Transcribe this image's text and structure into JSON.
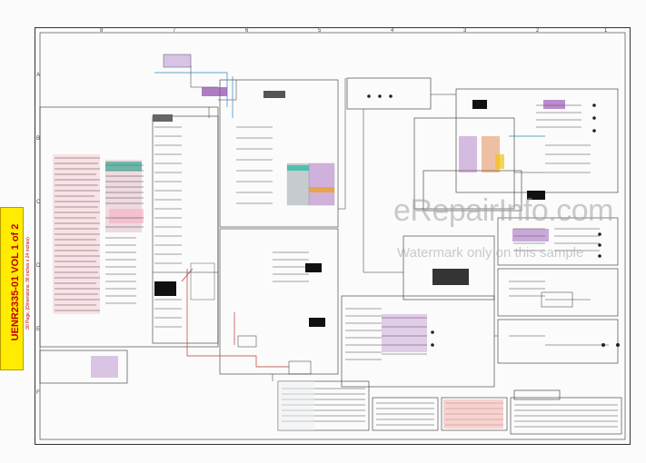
{
  "document": {
    "spine_title": "UENR2335-01 VOL 1 of 2",
    "spine_subtitle": "30 Page, (Dimensions: 36 inches x 24 inches)"
  },
  "watermark": {
    "brand": "eRepairInfo.com",
    "note": "Watermark only on this sample"
  },
  "border": {
    "top_ticks": [
      "8",
      "7",
      "6",
      "5",
      "4",
      "3",
      "2",
      "1"
    ],
    "side_ticks": [
      "A",
      "B",
      "C",
      "D",
      "E",
      "F"
    ]
  },
  "colors": {
    "spine": "#ffec00",
    "spine_text": "#c00000",
    "wire_red": "#c0392b",
    "wire_blue": "#2e86c1",
    "line": "#333333",
    "highlight_pink": "#f8d7dc",
    "magenta": "#8e44ad"
  }
}
